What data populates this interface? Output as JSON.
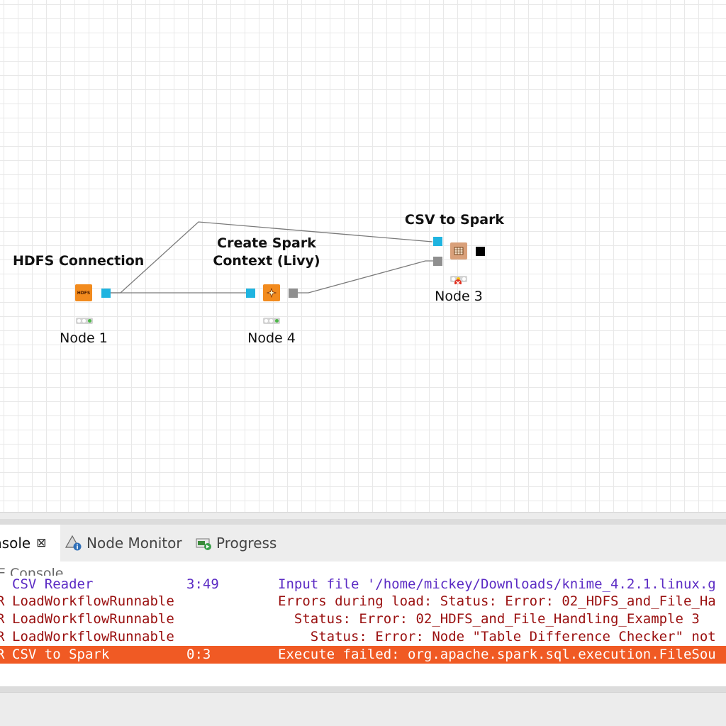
{
  "workflow": {
    "nodes": [
      {
        "title": "HDFS Connection",
        "label": "Node 1",
        "icon": "hdfs-icon",
        "icon_text": "HDFS",
        "icon_color": "#f28b1e"
      },
      {
        "title_line1": "Create Spark",
        "title_line2": "Context (Livy)",
        "label": "Node 4",
        "icon": "spark-icon",
        "icon_color": "#f28b1e"
      },
      {
        "title": "CSV to Spark",
        "label": "Node 3",
        "icon": "table-icon",
        "icon_color": "#d9a07a"
      }
    ],
    "colors": {
      "data_port": "#1fb4e0",
      "spark_port": "#8f8f8f",
      "hdfs_port": "#1fb4e0",
      "status_green": "#4cb848",
      "error_row": "#f05a24"
    }
  },
  "tabs": {
    "console": "nsole",
    "node_monitor": "Node Monitor",
    "progress": "Progress"
  },
  "console": {
    "header": "E Console",
    "rows": [
      {
        "level": "",
        "node": "CSV Reader",
        "id": "3:49",
        "message": "Input file '/home/mickey/Downloads/knime_4.2.1.linux.g",
        "style": "purple"
      },
      {
        "level": "R",
        "node": "LoadWorkflowRunnable",
        "id": "",
        "message": "Errors during load: Status: Error: 02_HDFS_and_File_Ha",
        "style": "red"
      },
      {
        "level": "R",
        "node": "LoadWorkflowRunnable",
        "id": "",
        "message": "  Status: Error: 02_HDFS_and_File_Handling_Example 3",
        "style": "red"
      },
      {
        "level": "R",
        "node": "LoadWorkflowRunnable",
        "id": "",
        "message": "    Status: Error: Node \"Table Difference Checker\" not",
        "style": "red"
      },
      {
        "level": "R",
        "node": "CSV to Spark",
        "id": "0:3",
        "message": "Execute failed: org.apache.spark.sql.execution.FileSou",
        "style": "error"
      }
    ]
  }
}
